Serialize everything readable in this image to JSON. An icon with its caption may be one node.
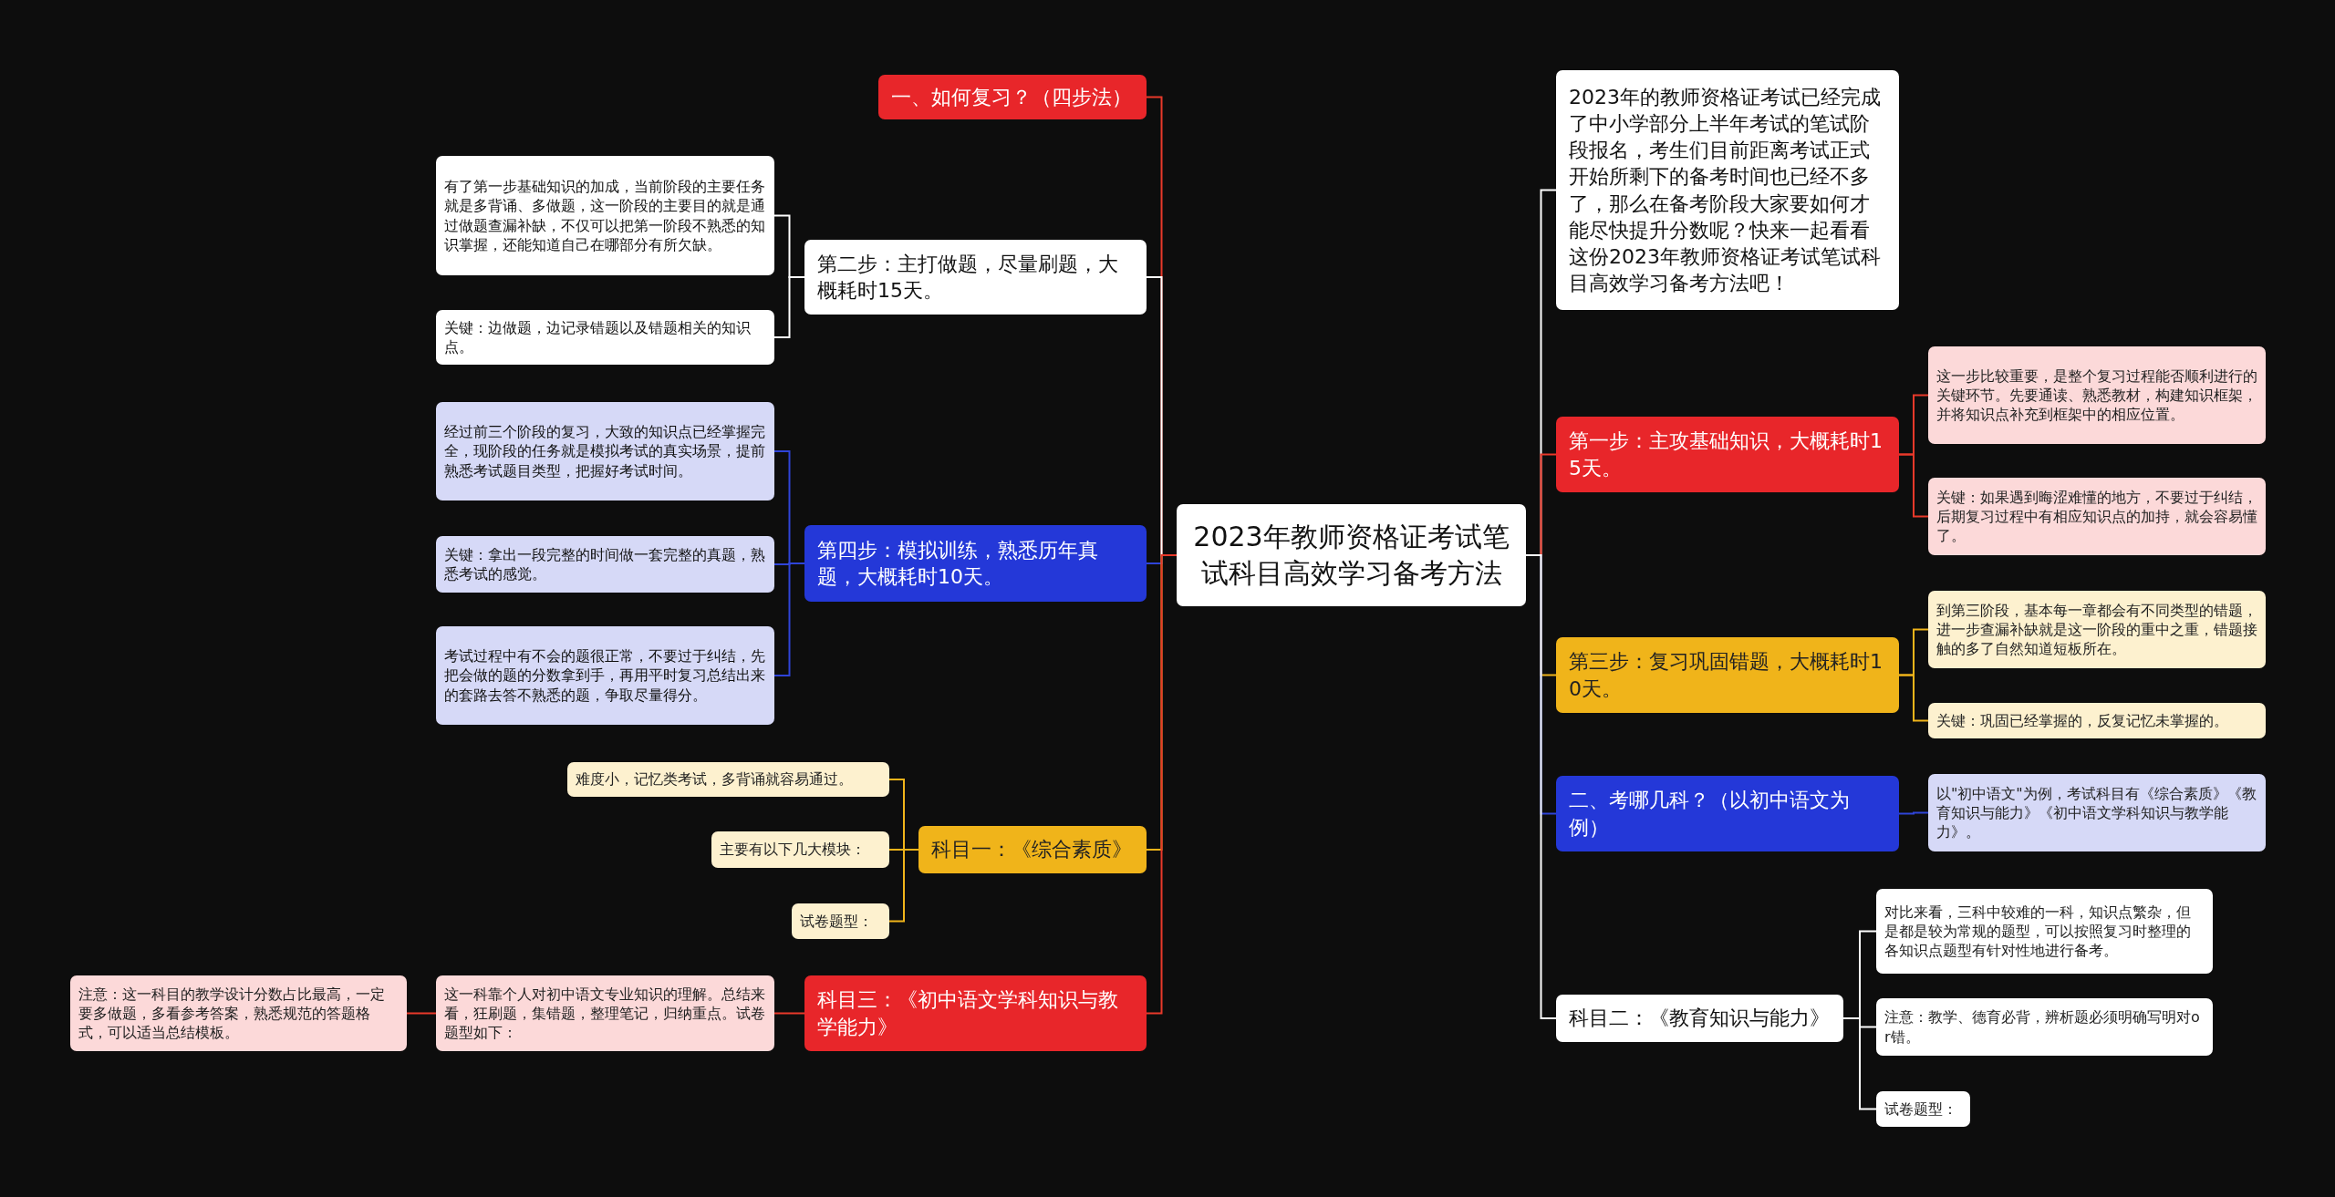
{
  "diagram": {
    "nodes": [
      {
        "text": [
          "2023年教师资格证考试笔试科目高效学习备考方法"
        ]
      },
      {
        "text": [
          "一、如何复习？（四步法）"
        ]
      },
      {
        "text": [
          "第二步：主打做题，尽量刷题，大概耗时15天。"
        ]
      },
      {
        "text": [
          "有了第一步基础知识的加成，当前阶段的主要任务就是多背诵、多做题，这一阶段的主要目的就是通过做题查漏补缺，不仅可以把第一阶段不熟悉的知识掌握，还能知道自己在哪部分有所欠缺。"
        ]
      },
      {
        "text": [
          "关键：边做题，边记录错题以及错题相关的知识点。"
        ]
      },
      {
        "text": [
          "第四步：模拟训练，熟悉历年真题，大概耗时10天。"
        ]
      },
      {
        "text": [
          "经过前三个阶段的复习，大致的知识点已经掌握完全，现阶段的任务就是模拟考试的真实场景，提前熟悉考试题目类型，把握好考试时间。"
        ]
      },
      {
        "text": [
          "关键：拿出一段完整的时间做一套完整的真题，熟悉考试的感觉。"
        ]
      },
      {
        "text": [
          "考试过程中有不会的题很正常，不要过于纠结，先把会做的题的分数拿到手，再用平时复习总结出来的套路去答不熟悉的题，争取尽量得分。"
        ]
      },
      {
        "text": [
          "科目一：《综合素质》"
        ]
      },
      {
        "text": [
          "难度小，记忆类考试，多背诵就容易通过。"
        ]
      },
      {
        "text": [
          "主要有以下几大模块："
        ]
      },
      {
        "text": [
          "试卷题型："
        ]
      },
      {
        "text": [
          "科目三：《初中语文学科知识与教学能力》"
        ]
      },
      {
        "text": [
          "这一科靠个人对初中语文专业知识的理解。总结来看，狂刷题，集错题，整理笔记，归纳重点。试卷题型如下："
        ]
      },
      {
        "text": [
          "注意：这一科目的教学设计分数占比最高，一定要多做题，多看参考答案，熟悉规范的答题格式，可以适当总结模板。"
        ]
      },
      {
        "text": [
          "2023年的教师资格证考试已经完成了中小学部分上半年考试的笔试阶段报名，考生们目前距离考试正式开始所剩下的备考时间也已经不多了，那么在备考阶段大家要如何才能尽快提升分数呢？快来一起看看这份2023年教师资格证考试笔试科目高效学习备考方法吧！"
        ]
      },
      {
        "text": [
          "第一步：主攻基础知识，大概耗时15天。"
        ]
      },
      {
        "text": [
          "这一步比较重要，是整个复习过程能否顺利进行的关键环节。先要通读、熟悉教材，构建知识框架，并将知识点补充到框架中的相应位置。"
        ]
      },
      {
        "text": [
          "关键：如果遇到晦涩难懂的地方，不要过于纠结，后期复习过程中有相应知识点的加持，就会容易懂了。"
        ]
      },
      {
        "text": [
          "第三步：复习巩固错题，大概耗时10天。"
        ]
      },
      {
        "text": [
          "到第三阶段，基本每一章都会有不同类型的错题，进一步查漏补缺就是这一阶段的重中之重，错题接触的多了自然知道短板所在。"
        ]
      },
      {
        "text": [
          "关键：巩固已经掌握的，反复记忆未掌握的。"
        ]
      },
      {
        "text": [
          "二、考哪几科？（以初中语文为例）"
        ]
      },
      {
        "text": [
          "以\"初中语文\"为例，考试科目有《综合素质》《教育知识与能力》《初中语文学科知识与教学能力》。"
        ]
      },
      {
        "text": [
          "科目二：《教育知识与能力》"
        ]
      },
      {
        "text": [
          "对比来看，三科中较难的一科，知识点繁杂，但是都是较为常规的题型，可以按照复习时整理的各知识点题型有针对性地进行备考。"
        ]
      },
      {
        "text": [
          "注意：教学、德育必背，辨析题必须明确写明对or错。"
        ]
      },
      {
        "text": [
          "试卷题型："
        ]
      }
    ],
    "edges": [
      {
        "from": 0,
        "to": 1,
        "arrow": "none",
        "color": "#e8392a"
      },
      {
        "from": 0,
        "to": 2,
        "arrow": "none"
      },
      {
        "from": 2,
        "to": 3,
        "arrow": "none"
      },
      {
        "from": 2,
        "to": 4,
        "arrow": "none"
      },
      {
        "from": 0,
        "to": 5,
        "arrow": "none",
        "color": "#2f44d8"
      },
      {
        "from": 5,
        "to": 6,
        "arrow": "none",
        "color": "#2f44d8"
      },
      {
        "from": 5,
        "to": 7,
        "arrow": "none",
        "color": "#2f44d8"
      },
      {
        "from": 5,
        "to": 8,
        "arrow": "none",
        "color": "#2f44d8"
      },
      {
        "from": 0,
        "to": 9,
        "arrow": "none",
        "color": "#f0b41a"
      },
      {
        "from": 9,
        "to": 10,
        "arrow": "none",
        "color": "#f0b41a"
      },
      {
        "from": 9,
        "to": 11,
        "arrow": "none",
        "color": "#f0b41a"
      },
      {
        "from": 9,
        "to": 12,
        "arrow": "none",
        "color": "#f0b41a"
      },
      {
        "from": 0,
        "to": 13,
        "arrow": "none",
        "color": "#e8392a"
      },
      {
        "from": 13,
        "to": 14,
        "arrow": "none",
        "color": "#e8392a"
      },
      {
        "from": 14,
        "to": 15,
        "arrow": "none",
        "color": "#e8392a"
      },
      {
        "from": 0,
        "to": 16,
        "arrow": "none"
      },
      {
        "from": 0,
        "to": 17,
        "arrow": "none",
        "color": "#e8392a"
      },
      {
        "from": 17,
        "to": 18,
        "arrow": "none",
        "color": "#e8392a"
      },
      {
        "from": 17,
        "to": 19,
        "arrow": "none",
        "color": "#e8392a"
      },
      {
        "from": 0,
        "to": 20,
        "arrow": "none",
        "color": "#f0b41a"
      },
      {
        "from": 20,
        "to": 21,
        "arrow": "none",
        "color": "#f0b41a"
      },
      {
        "from": 20,
        "to": 22,
        "arrow": "none",
        "color": "#f0b41a"
      },
      {
        "from": 0,
        "to": 23,
        "arrow": "none",
        "color": "#2f44d8"
      },
      {
        "from": 23,
        "to": 24,
        "arrow": "none",
        "color": "#2f44d8"
      },
      {
        "from": 0,
        "to": 25,
        "arrow": "none"
      },
      {
        "from": 25,
        "to": 26,
        "arrow": "none"
      },
      {
        "from": 25,
        "to": 27,
        "arrow": "none"
      },
      {
        "from": 25,
        "to": 28,
        "arrow": "none"
      }
    ]
  }
}
